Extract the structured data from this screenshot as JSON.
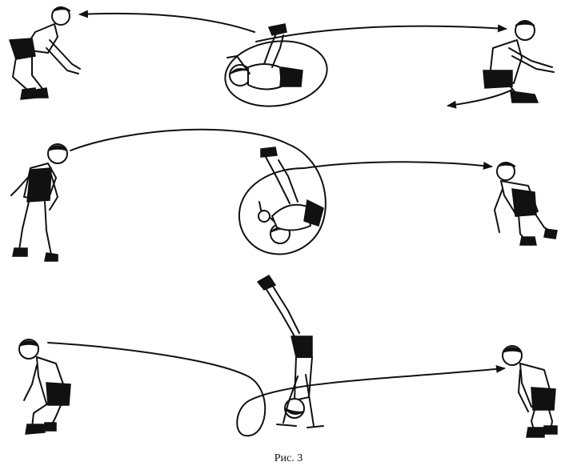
{
  "figure": {
    "caption": "Рис. 3",
    "rows": [
      {
        "name": "row-1"
      },
      {
        "name": "row-2"
      },
      {
        "name": "row-3"
      }
    ]
  }
}
